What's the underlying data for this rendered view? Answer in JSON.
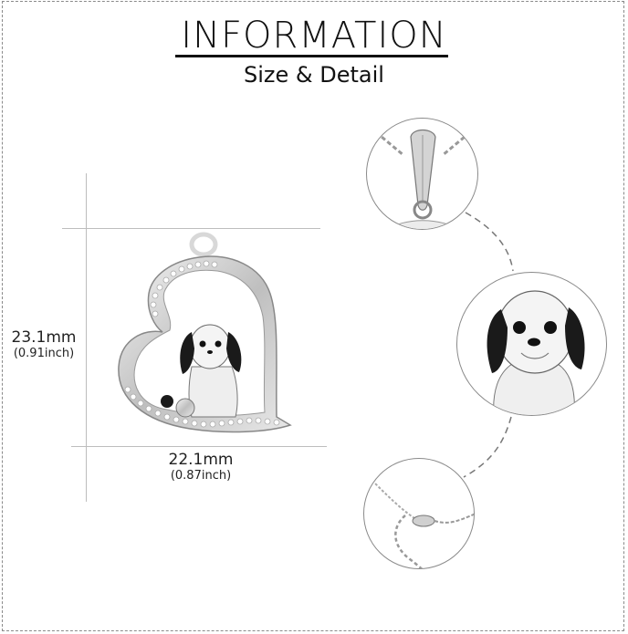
{
  "header": {
    "title": "INFORMATION",
    "subtitle": "Size & Detail"
  },
  "dimensions": {
    "height": {
      "mm": "23.1mm",
      "inch": "(0.91inch)"
    },
    "width": {
      "mm": "22.1mm",
      "inch": "(0.87inch)"
    }
  },
  "product": {
    "main_image": "heart-dog-pendant",
    "detail_images": [
      "bail-closeup",
      "dog-face-closeup",
      "lobster-clasp-closeup"
    ]
  },
  "colors": {
    "text": "#111111",
    "guide_lines": "#bdbdbd",
    "dashed_border": "#8a8a8a",
    "silver": "#c9c9c9",
    "enamel_black": "#1a1a1a"
  }
}
